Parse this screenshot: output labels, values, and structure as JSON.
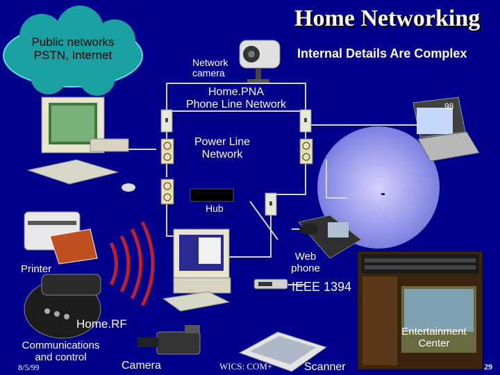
{
  "slide": {
    "title": "Home Networking",
    "subtitle": "Internal Details Are Complex",
    "footer_date": "8/5/99",
    "footer_center": "WICS: COM+",
    "page_number": "29"
  },
  "cloud": {
    "line1": "Public networks",
    "line2": "PSTN, Internet"
  },
  "labels": {
    "camera_line1": "Network",
    "camera_line2": "camera",
    "homepna_line1": "Home.PNA",
    "homepna_line2": "Phone Line Network",
    "powerline_line1": "Power Line",
    "powerline_line2": "Network",
    "hub": "Hub",
    "printer": "Printer",
    "webphone_line1": "Web",
    "webphone_line2": "phone",
    "ieee1394": "IEEE 1394",
    "homerf": "Home.RF",
    "comms_line1": "Communications",
    "comms_line2": "and control",
    "camera": "Camera",
    "scanner": "Scanner",
    "entertainment_line1": "Entertainment",
    "entertainment_line2": "Center",
    "laptop_badge": "98"
  },
  "colors": {
    "background": "#00008a",
    "cloud": "#1aa0a0",
    "wire": "#d8d8d8",
    "rf_waves": "#c0202a",
    "rf_zone": "#c8c8ff"
  }
}
